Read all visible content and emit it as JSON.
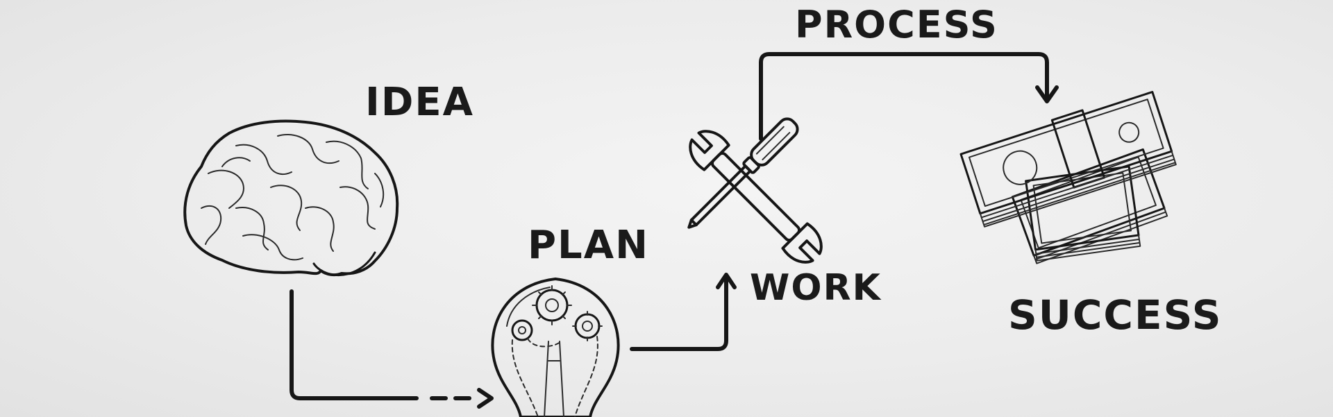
{
  "labels": {
    "idea": "IDEA",
    "plan": "PLAN",
    "work": "WORK",
    "process": "PROCESS",
    "success": "SUCCESS"
  },
  "icons": {
    "idea": "brain-icon",
    "plan": "lightbulb-gears-icon",
    "work": "wrench-screwdriver-icon",
    "success": "money-stacks-icon"
  },
  "colors": {
    "ink": "#161616",
    "background": "#ececec"
  }
}
